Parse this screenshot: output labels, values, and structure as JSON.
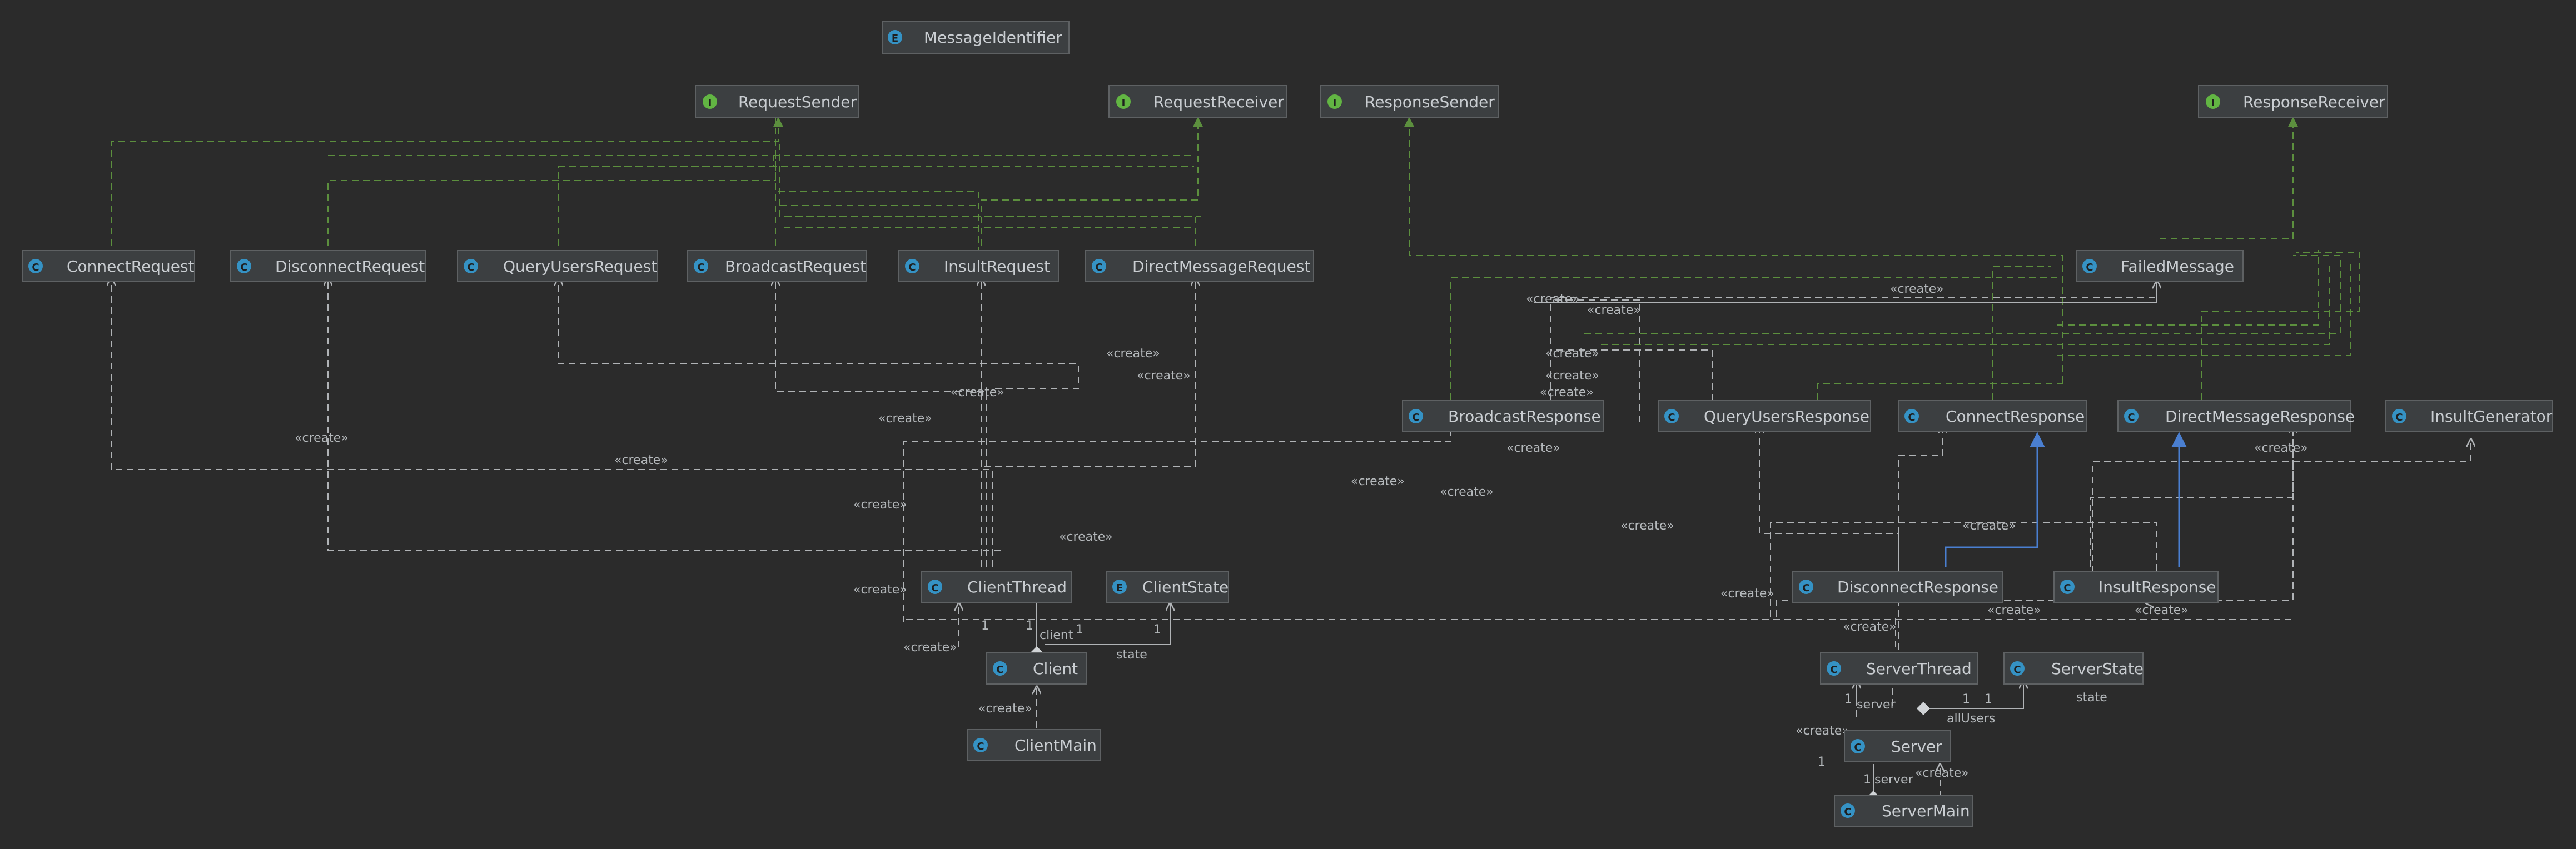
{
  "colors": {
    "background": "#2b2b2b",
    "class_icon": "#3592c4",
    "interface_icon": "#62b543",
    "implements": "#5c8f3e",
    "extends": "#4a7fd1",
    "dependency": "#b0b3b6"
  },
  "legend": {
    "create": "«create»"
  },
  "nodes": {
    "message_identifier": {
      "label": "MessageIdentifier",
      "kind": "enum",
      "icon": "enum-icon"
    },
    "request_sender": {
      "label": "RequestSender",
      "kind": "interface",
      "icon": "interface-icon"
    },
    "request_receiver": {
      "label": "RequestReceiver",
      "kind": "interface",
      "icon": "interface-icon"
    },
    "response_sender": {
      "label": "ResponseSender",
      "kind": "interface",
      "icon": "interface-icon"
    },
    "response_receiver": {
      "label": "ResponseReceiver",
      "kind": "interface",
      "icon": "interface-icon"
    },
    "connect_request": {
      "label": "ConnectRequest",
      "kind": "class",
      "icon": "class-icon"
    },
    "disconnect_request": {
      "label": "DisconnectRequest",
      "kind": "class",
      "icon": "class-icon"
    },
    "query_users_request": {
      "label": "QueryUsersRequest",
      "kind": "class",
      "icon": "class-icon"
    },
    "broadcast_request": {
      "label": "BroadcastRequest",
      "kind": "class",
      "icon": "class-icon"
    },
    "insult_request": {
      "label": "InsultRequest",
      "kind": "class",
      "icon": "class-icon"
    },
    "direct_message_request": {
      "label": "DirectMessageRequest",
      "kind": "class",
      "icon": "class-icon"
    },
    "failed_message": {
      "label": "FailedMessage",
      "kind": "class",
      "icon": "class-icon"
    },
    "broadcast_response": {
      "label": "BroadcastResponse",
      "kind": "class",
      "icon": "class-icon"
    },
    "query_users_response": {
      "label": "QueryUsersResponse",
      "kind": "class",
      "icon": "class-icon"
    },
    "connect_response": {
      "label": "ConnectResponse",
      "kind": "class",
      "icon": "class-icon"
    },
    "direct_message_response": {
      "label": "DirectMessageResponse",
      "kind": "class",
      "icon": "class-icon"
    },
    "insult_generator": {
      "label": "InsultGenerator",
      "kind": "class",
      "icon": "class-icon"
    },
    "client_thread": {
      "label": "ClientThread",
      "kind": "class",
      "icon": "class-icon"
    },
    "client_state": {
      "label": "ClientState",
      "kind": "enum",
      "icon": "enum-icon"
    },
    "disconnect_response": {
      "label": "DisconnectResponse",
      "kind": "class",
      "icon": "class-icon"
    },
    "insult_response": {
      "label": "InsultResponse",
      "kind": "class",
      "icon": "class-icon"
    },
    "client": {
      "label": "Client",
      "kind": "class",
      "icon": "class-icon"
    },
    "server_thread": {
      "label": "ServerThread",
      "kind": "class",
      "icon": "class-icon"
    },
    "server_state": {
      "label": "ServerState",
      "kind": "class",
      "icon": "class-icon"
    },
    "client_main": {
      "label": "ClientMain",
      "kind": "class",
      "icon": "class-icon"
    },
    "server": {
      "label": "Server",
      "kind": "class",
      "icon": "class-icon"
    },
    "server_main": {
      "label": "ServerMain",
      "kind": "class",
      "icon": "class-icon"
    }
  },
  "edge_labels": {
    "client_role": "client",
    "state_role": "state",
    "server_role": "server",
    "all_users_role": "allUsers",
    "mult_one": "1"
  }
}
